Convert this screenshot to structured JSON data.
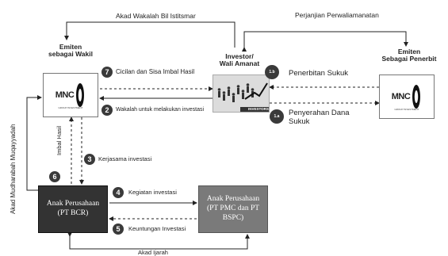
{
  "top_labels": {
    "akad_wakalah": "Akad Wakalah Bil Istitsmar",
    "perjanjian": "Perjanjian  Perwaliamanatan"
  },
  "nodes": {
    "emiten_wakil": "Emiten\nsebagai  Wakil",
    "investor": "Investor/\nWali Amanat",
    "emiten_penerbit": "Emiten\nSebagai Penerbit",
    "anak_bcr": "Anak Perusahaan\n(PT BCR)",
    "anak_pmc": "Anak Perusahaan\n(PT PMC dan PT\nBSPC)",
    "logo_text": "MNC",
    "logo_sub": "GROUP INVESTMENT",
    "investors_caption": "INVESTORS"
  },
  "steps": [
    {
      "badge": "7",
      "text": "Cicilan dan Sisa Imbal Hasil"
    },
    {
      "badge": "1.b",
      "text": "Penerbitan Sukuk"
    },
    {
      "badge": "2",
      "text": "Wakalah untuk melakukan investasi"
    },
    {
      "badge": "1.a",
      "text": "Penyerahan Dana\nSukuk"
    },
    {
      "badge": "3",
      "text": "Kerjasama investasi"
    },
    {
      "badge": "6",
      "text": "Imbal Hasil"
    },
    {
      "badge": "4",
      "text": "Kegiatan investasi"
    },
    {
      "badge": "5",
      "text": "Keuntungan Investasi"
    }
  ],
  "side_labels": {
    "mudharabah": "Akad Mudharabah Muqayyadah",
    "ijarah": "Akad Ijarah"
  },
  "colors": {
    "bcr_box": "#333333",
    "pmc_box": "#7a7a7a",
    "badge": "#3a3a3a",
    "line": "#222222"
  }
}
